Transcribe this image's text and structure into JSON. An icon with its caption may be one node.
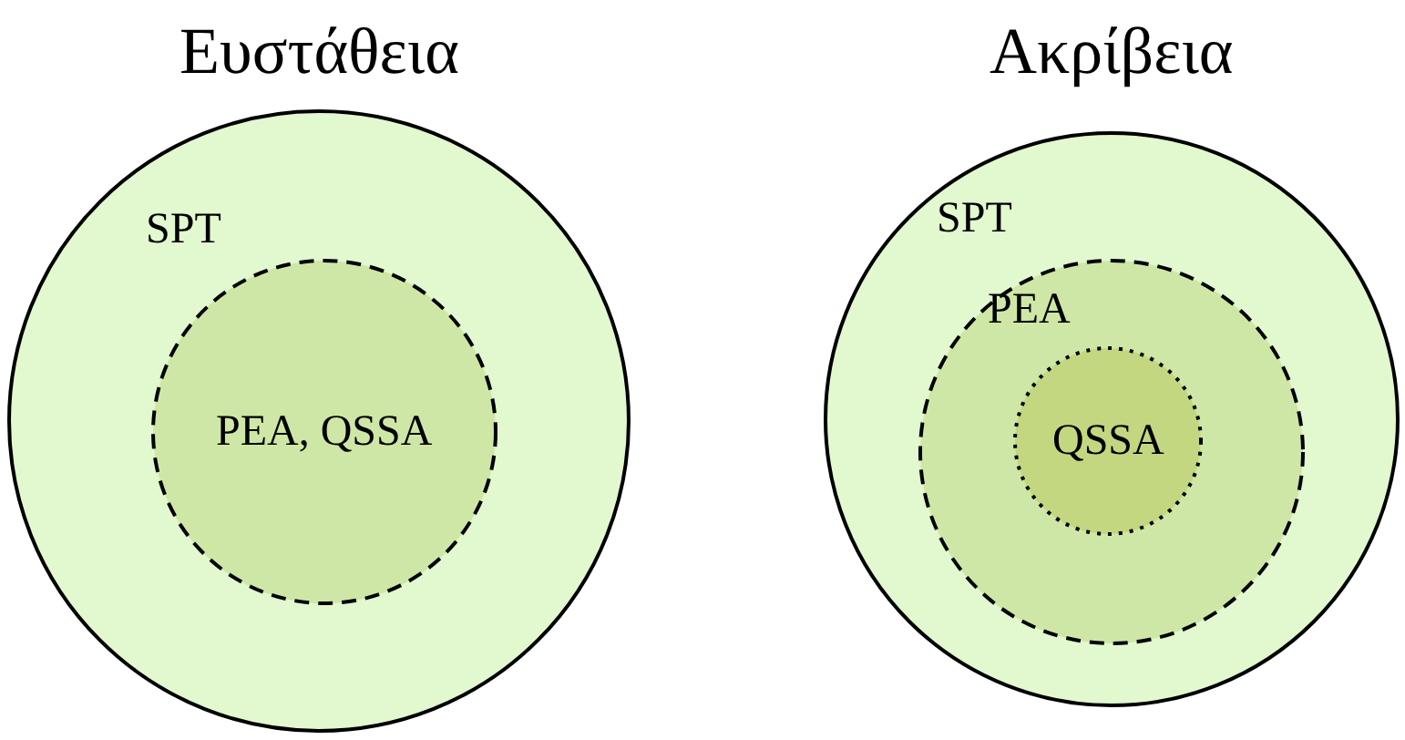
{
  "diagram": {
    "nodes": [
      {
        "text": [
          "Ευστάθεια",
          "SPT"
        ]
      },
      {
        "text": [
          "PEA, QSSA"
        ],
        "in": 0
      },
      {
        "text": [
          "Ακρίβεια",
          "SPT"
        ]
      },
      {
        "text": [
          "PEA"
        ],
        "in": 2
      },
      {
        "text": [
          "QSSA"
        ],
        "in": 3
      }
    ]
  }
}
